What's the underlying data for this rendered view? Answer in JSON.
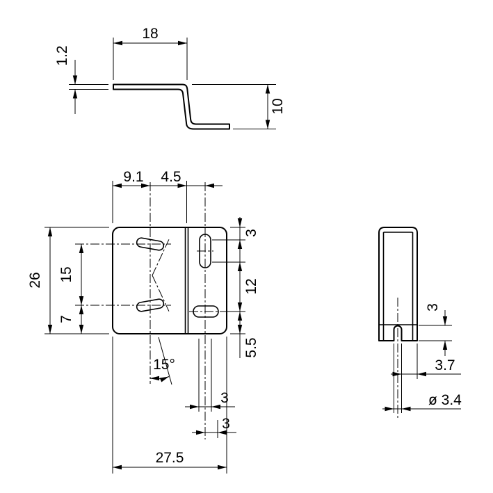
{
  "drawing_colors": {
    "ink": "#000000",
    "background": "#ffffff"
  },
  "dims": {
    "z_top_width": "18",
    "z_thickness": "1.2",
    "z_height": "10",
    "front_slot_offset": "9.1",
    "front_hole_offset": "4.5",
    "front_height": "26",
    "front_slot_spacing": "15",
    "front_slot_bottom": "7",
    "front_hole_top": "3",
    "front_hole_spacing": "12",
    "front_hole_bottom": "5.5",
    "front_slot_angle": "15°",
    "front_bottom_a": "3",
    "front_bottom_b": "3",
    "front_width": "27.5",
    "side_notch_depth": "3",
    "side_notch_offset": "3.7",
    "side_hole_dia": "ø 3.4"
  }
}
